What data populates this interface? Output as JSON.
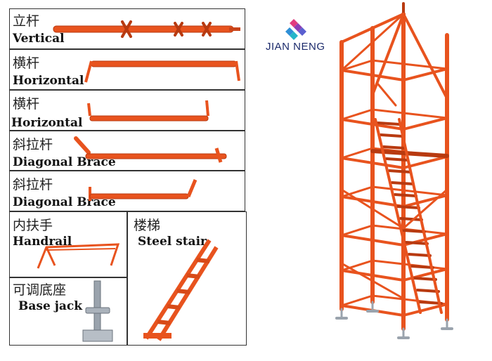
{
  "brand": {
    "name": "JIAN NENG",
    "logo_icon": "jn-logo-icon"
  },
  "colors": {
    "orange": "#e8531e",
    "orange_dark": "#b83a10",
    "border": "#333333",
    "steel": "#9aa3ad"
  },
  "parts": [
    {
      "cn": "立杆",
      "en": "Vertical"
    },
    {
      "cn": "横杆",
      "en": "Horizontal"
    },
    {
      "cn": "横杆",
      "en": "Horizontal"
    },
    {
      "cn": "斜拉杆",
      "en": "Diagonal Brace"
    },
    {
      "cn": "斜拉杆",
      "en": "Diagonal Brace"
    }
  ],
  "handrail": {
    "cn": "内扶手",
    "en": "Handrail"
  },
  "stair": {
    "cn": "楼梯",
    "en": "Steel stair"
  },
  "basejack": {
    "cn": "可调底座",
    "en": "Base jack"
  }
}
